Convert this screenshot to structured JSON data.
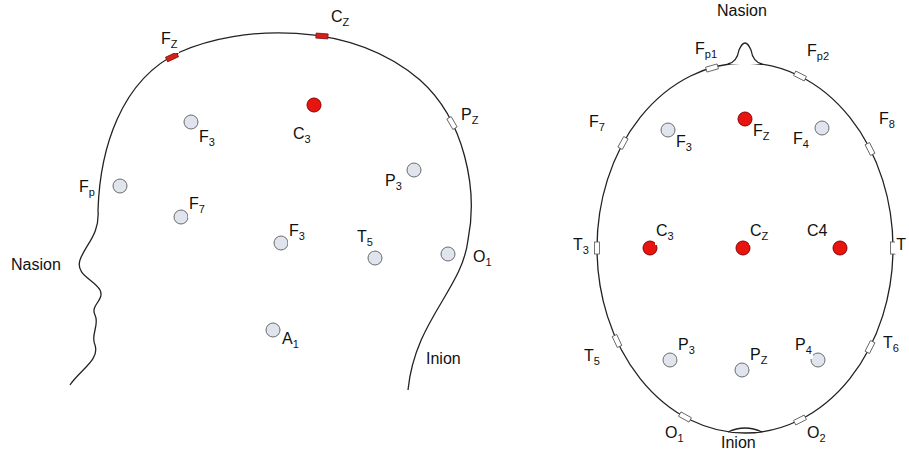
{
  "diagram": {
    "labels": [
      "FZ",
      "CZ",
      "F3",
      "C3",
      "PZ",
      "P3",
      "Fp",
      "F7",
      "F3",
      "T5",
      "O1",
      "A1",
      "Nasion",
      "Inion",
      "Nasion",
      "Fp1",
      "Fp2",
      "F7",
      "F3",
      "FZ",
      "F4",
      "F8",
      "T3",
      "C3",
      "CZ",
      "C4",
      "T",
      "T5",
      "P3",
      "PZ",
      "P4",
      "T6",
      "O1",
      "O2",
      "Inion"
    ]
  }
}
